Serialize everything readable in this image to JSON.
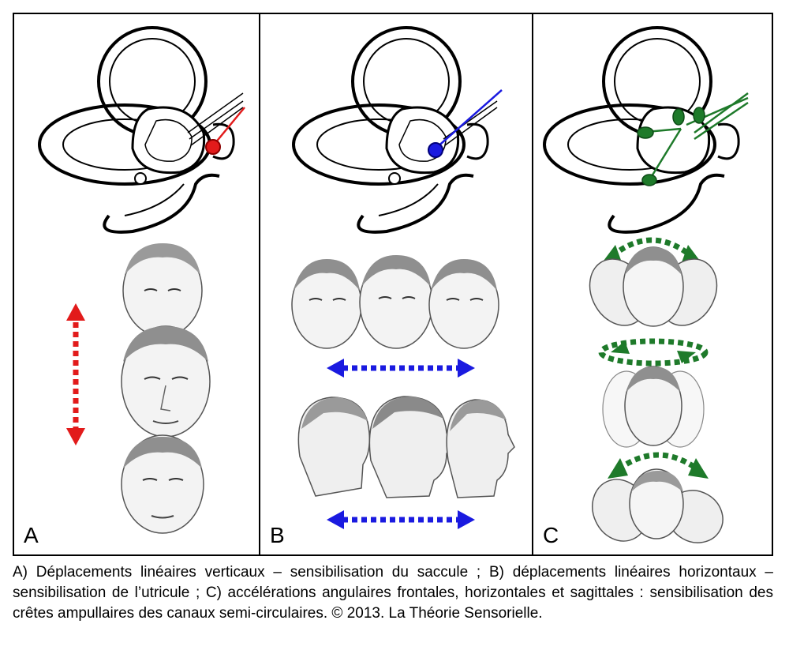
{
  "panels": [
    {
      "letter": "A",
      "highlight_color": "#e21b1b",
      "highlight_organ": "saccule",
      "motion": "vertical"
    },
    {
      "letter": "B",
      "highlight_color": "#1a1ae0",
      "highlight_organ": "utricule",
      "motion": "horizontal"
    },
    {
      "letter": "C",
      "highlight_color": "#1e7a2a",
      "highlight_organ": "crêtes ampullaires",
      "motion": "angular"
    }
  ],
  "caption": "A) Déplacements linéaires verticaux – sensibilisation du saccule ; B) déplacements linéaires horizontaux – sensibilisation de l’utricule ; C) accélérations angulaires frontales, horizontales et sagittales : sensibilisation des crêtes ampullaires des canaux semi-circulaires. © 2013. La Théorie Sensorielle.",
  "colors": {
    "outline": "#000000",
    "skin_shade": "#bdbdbd",
    "background": "#ffffff"
  }
}
